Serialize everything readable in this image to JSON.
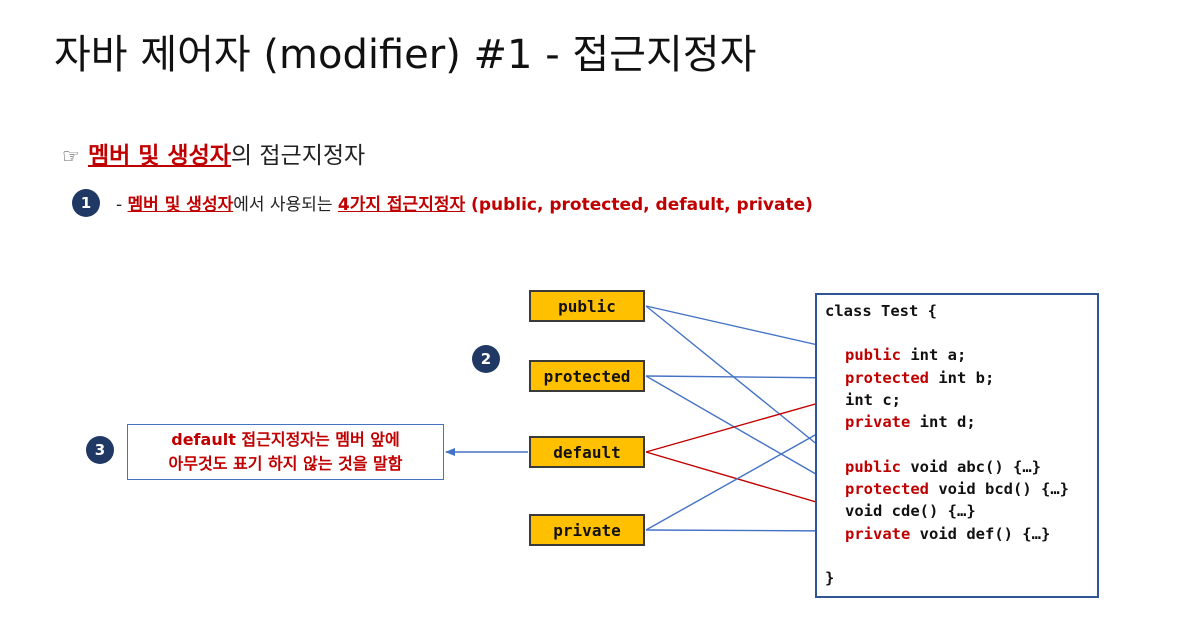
{
  "title": "자바 제어자 (modifier) #1 - 접근지정자",
  "subhead": {
    "hand_icon": "☞",
    "highlight": "멤버 및 생성자",
    "rest": "의 접근지정자"
  },
  "bullet1": {
    "number": "1",
    "prefix": "- ",
    "highlight": "멤버 및 생성자",
    "middle": "에서 사용되는 ",
    "highlight2": "4가지 접근지정자",
    "tail": " (public, protected, default, private)"
  },
  "bullet2": {
    "number": "2"
  },
  "bullet3": {
    "number": "3"
  },
  "modifiers": [
    "public",
    "protected",
    "default",
    "private"
  ],
  "note": {
    "line1": "default 접근지정자는 멤버 앞에",
    "line2": "아무것도 표기 하지 않는 것을 말함"
  },
  "code": {
    "open": "class Test {",
    "lines": [
      {
        "mod": "public",
        "rest": " int a;"
      },
      {
        "mod": "protected",
        "rest": " int b;"
      },
      {
        "mod": "",
        "rest": "int c;"
      },
      {
        "mod": "private",
        "rest": " int d;"
      },
      {
        "mod": "public",
        "rest": " void abc() {…}"
      },
      {
        "mod": "protected",
        "rest": " void bcd() {…}"
      },
      {
        "mod": "",
        "rest": "void cde() {…}"
      },
      {
        "mod": "private",
        "rest": " void def() {…}"
      }
    ],
    "close": "}"
  },
  "colors": {
    "modifier_fill": "#ffc000",
    "blue_arrow": "#4472c4",
    "red_arrow": "#c00000",
    "bullet": "#1f3864"
  }
}
